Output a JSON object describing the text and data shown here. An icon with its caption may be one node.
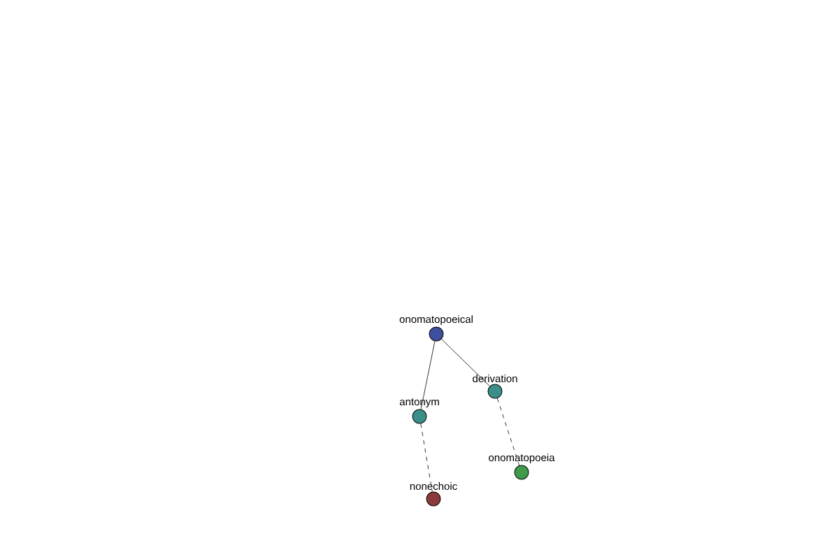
{
  "diagram": {
    "nodes": [
      {
        "text": [
          "onomatopoeical"
        ]
      },
      {
        "text": [
          "derivation"
        ]
      },
      {
        "text": [
          "antonym"
        ]
      },
      {
        "text": [
          "onomatopoeia"
        ]
      },
      {
        "text": [
          "nonechoic"
        ]
      }
    ],
    "edges": [
      {
        "from": 0,
        "to": 2,
        "arrow": "none"
      },
      {
        "from": 0,
        "to": 1,
        "arrow": "none"
      },
      {
        "from": 2,
        "to": 4,
        "arrow": "none",
        "style": "dashed"
      },
      {
        "from": 1,
        "to": 3,
        "arrow": "none",
        "style": "dashed"
      }
    ]
  }
}
